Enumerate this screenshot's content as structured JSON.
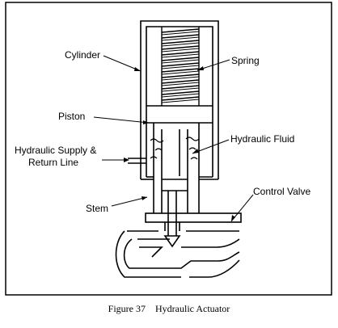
{
  "diagram": {
    "labels": {
      "cylinder": "Cylinder",
      "spring": "Spring",
      "piston": "Piston",
      "hydraulic_fluid": "Hydraulic Fluid",
      "supply_line_1": "Hydraulic Supply &",
      "supply_line_2": "Return Line",
      "stem": "Stem",
      "control_valve": "Control Valve"
    },
    "caption": "Figure 37    Hydraulic Actuator"
  }
}
